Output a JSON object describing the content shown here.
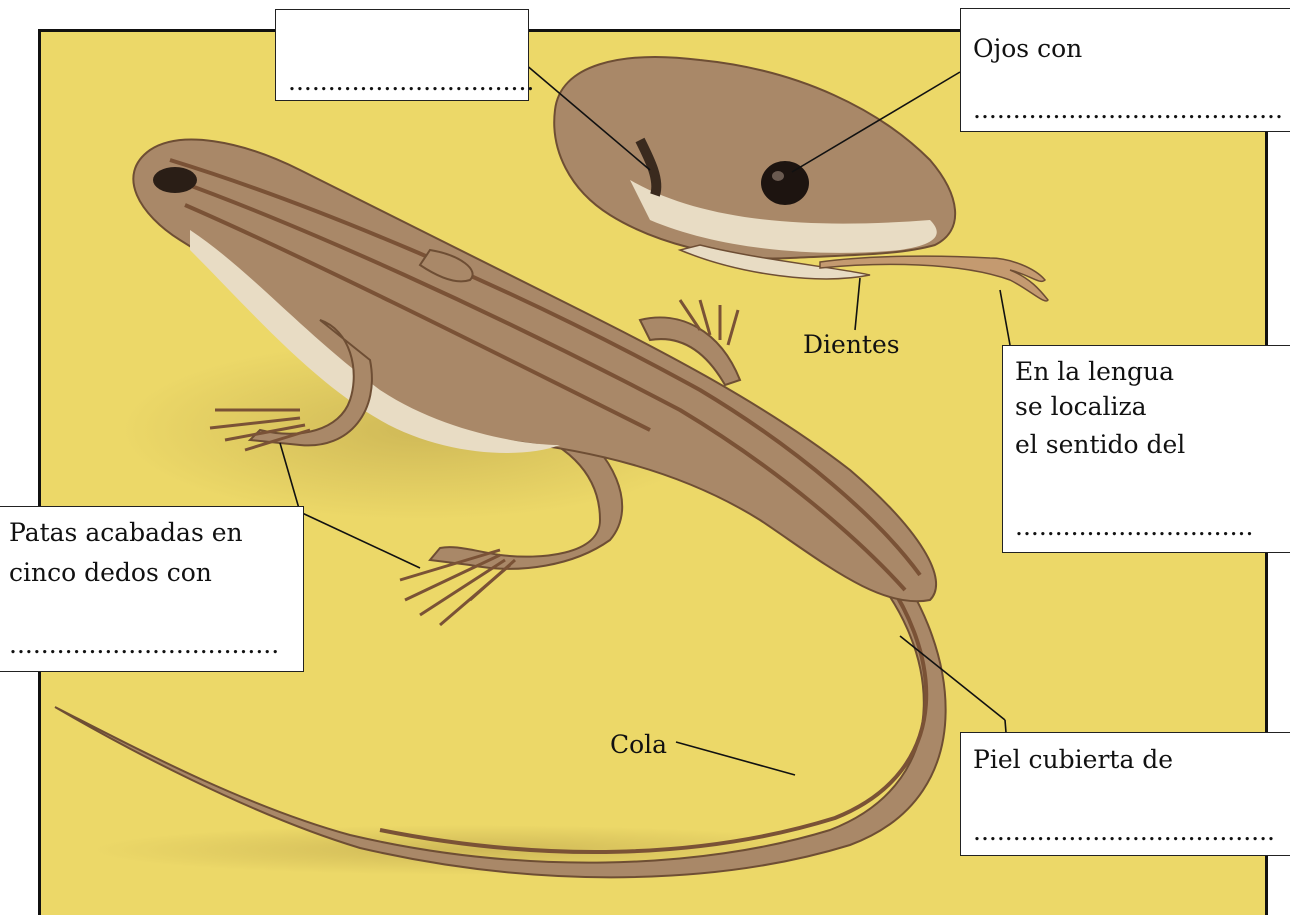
{
  "labels": {
    "top_box_dots": "...............................",
    "eyes": {
      "line1": "Ojos con",
      "dots": "......................................."
    },
    "teeth": "Dientes",
    "tongue": {
      "line1": "En la lengua",
      "line2": "se localiza",
      "line3": "el sentido del",
      "dots": ".............................."
    },
    "legs": {
      "line1": "Patas acabadas en",
      "line2": "cinco dedos con",
      "dots": ".................................."
    },
    "tail": "Cola",
    "skin": {
      "line1": "Piel cubierta de",
      "dots": "......................................"
    }
  },
  "colors": {
    "background": "#ecd868",
    "lizard_body": "#a98868",
    "lizard_stripe": "#7a5236",
    "lizard_belly": "#e8dcc4"
  }
}
